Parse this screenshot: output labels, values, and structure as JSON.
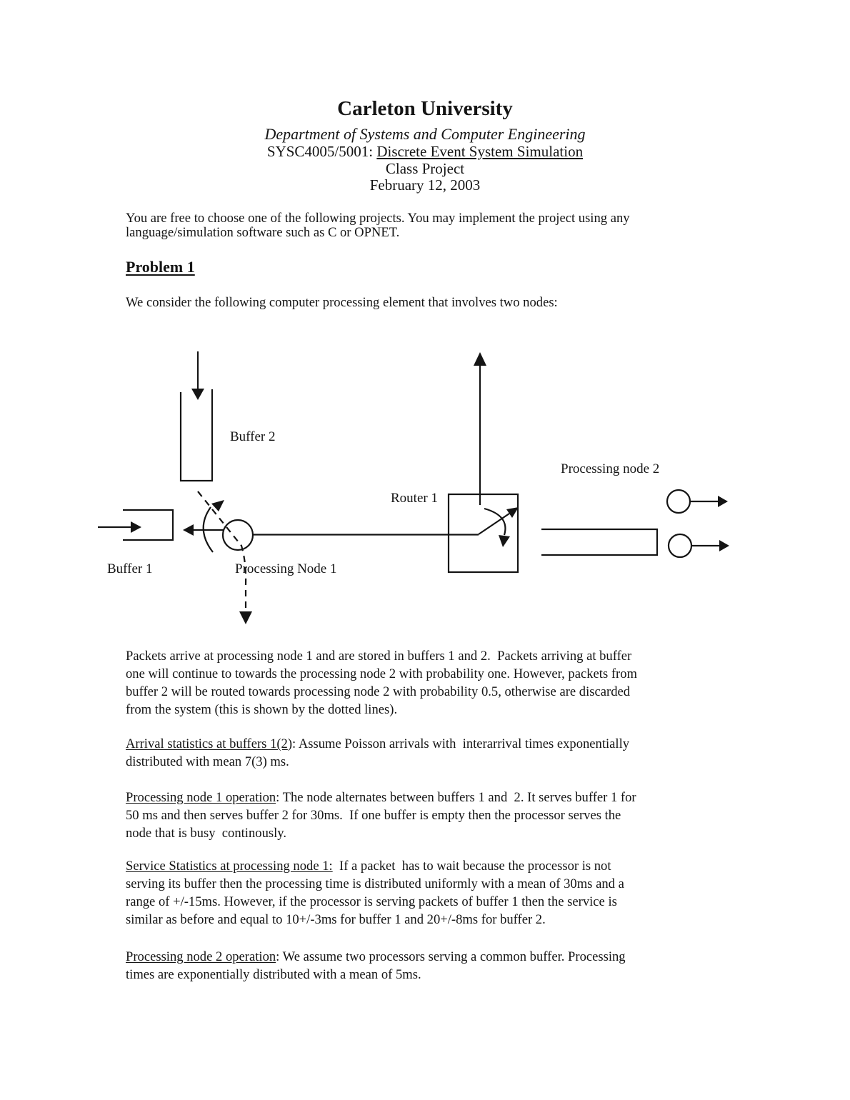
{
  "colors": {
    "ink": "#141414",
    "paper": "#ffffff"
  },
  "header": {
    "title": "Carleton University",
    "department": "Department of Systems and Computer Engineering",
    "course_prefix": "SYSC4005/5001: ",
    "course_name": "Discrete Event System Simulation",
    "project": "Class Project",
    "date": "February 12, 2003"
  },
  "intro_lines": [
    "You are free to choose one of the following projects. You may implement the project using any",
    "language/simulation software such as C or OPNET."
  ],
  "problem": {
    "heading": "Problem 1",
    "lead_lines": [
      "We consider the following computer processing element that involves two nodes:"
    ]
  },
  "diagram_labels": {
    "buffer2": "Buffer 2",
    "buffer1": "Buffer 1",
    "processing_node1": "Processing Node 1",
    "router1": "Router 1",
    "processing_node2": "Processing node 2"
  },
  "sections": {
    "packets_lines": [
      "Packets arrive at processing node 1 and are stored in buffers 1 and 2.  Packets arriving at buffer",
      "one will continue to towards the processing node 2 with probability one. However, packets from",
      "buffer 2 will be routed towards processing node 2 with probability 0.5, otherwise are discarded",
      "from the system (this is shown by the dotted lines)."
    ],
    "arrival_lines": [
      {
        "u": "Arrival statistics at buffers 1(2",
        "t": "): Assume Poisson arrivals with  interarrival times exponentially"
      },
      {
        "t": "distributed with mean 7(3) ms."
      }
    ],
    "node1_op_lines": [
      {
        "u": "Processing node 1 operation",
        "t": ": The node alternates between buffers 1 and  2. It serves buffer 1 for"
      },
      "50 ms and then serves buffer 2 for 30ms.  If one buffer is empty then the processor serves the",
      "node that is busy  continously."
    ],
    "service_lines": [
      {
        "u": "Service Statistics at processing node 1:",
        "t": "  If a packet  has to wait because the processor is not"
      },
      "serving its buffer then the processing time is distributed uniformly with a mean of 30ms and a",
      "range of +/-15ms. However, if the processor is serving packets of buffer 1 then the service is",
      "similar as before and equal to 10+/-3ms for buffer 1 and 20+/-8ms for buffer 2."
    ],
    "node2_op_lines": [
      {
        "u": "Processing node 2 operation",
        "t": ": We assume two processors serving a common buffer. Processing"
      },
      "times are exponentially distributed with a mean of 5ms."
    ]
  }
}
